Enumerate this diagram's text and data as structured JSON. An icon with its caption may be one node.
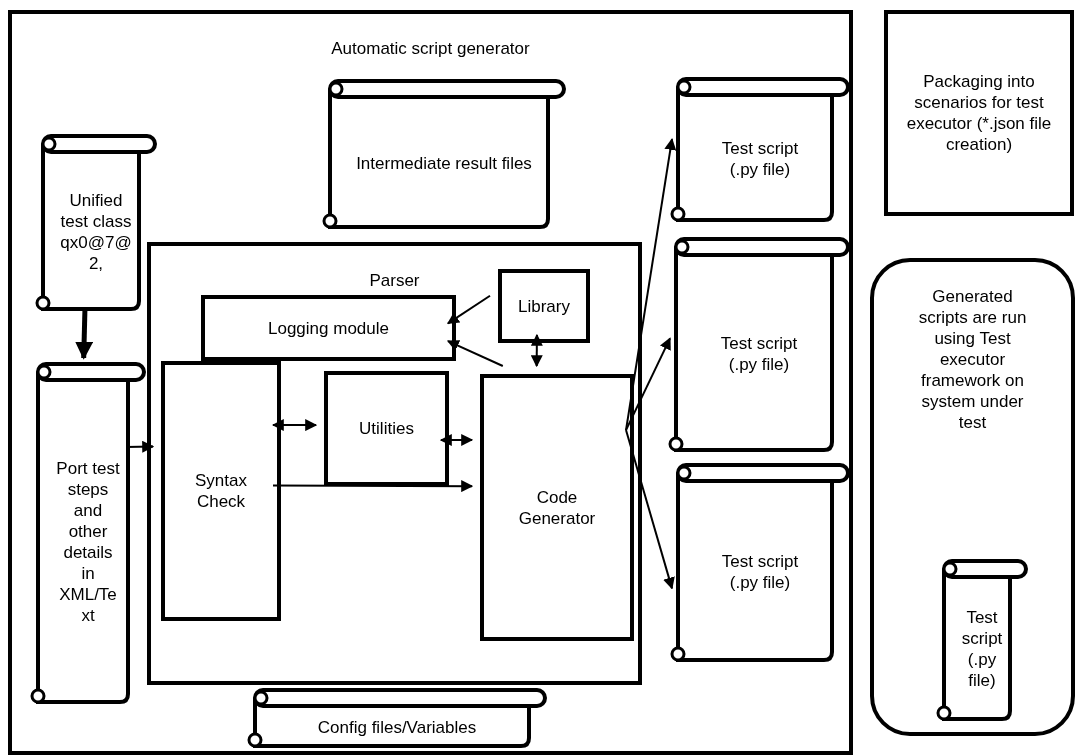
{
  "diagram": {
    "nodes": [
      {
        "text": [
          "Automatic script generator"
        ]
      },
      {
        "text": [
          "Intermediate result files"
        ],
        "in": 0
      },
      {
        "text": [
          "Unified test class qx0@7@2,"
        ],
        "in": 0
      },
      {
        "text": [
          "Port test steps and other details in XML/Text"
        ],
        "in": 0
      },
      {
        "text": [
          "Parser"
        ],
        "in": 0
      },
      {
        "text": [
          "Logging module"
        ],
        "in": 4
      },
      {
        "text": [
          "Library"
        ],
        "in": 4
      },
      {
        "text": [
          "Syntax Check"
        ],
        "in": 4
      },
      {
        "text": [
          "Utilities"
        ],
        "in": 4
      },
      {
        "text": [
          "Code Generator"
        ],
        "in": 4
      },
      {
        "text": [
          "Test script (.py file)"
        ],
        "in": 0
      },
      {
        "text": [
          "Test script (.py file)"
        ],
        "in": 0
      },
      {
        "text": [
          "Test script (.py file)"
        ],
        "in": 0
      },
      {
        "text": [
          "Config files/Variables"
        ],
        "in": 0
      },
      {
        "text": [
          "Packaging into scenarios for test executor (*.json file creation)"
        ]
      },
      {
        "text": [
          "Generated scripts are run using Test executor framework on system under test"
        ]
      },
      {
        "text": [
          "Test script (.py file)"
        ],
        "in": 15
      }
    ],
    "edges": [
      {
        "from": 2,
        "to": 3,
        "arrow": "to",
        "style": "thick"
      },
      {
        "from": 3,
        "to": 7,
        "arrow": "to"
      },
      {
        "from": 7,
        "to": 8,
        "arrow": "both"
      },
      {
        "from": 8,
        "to": 9,
        "arrow": "both"
      },
      {
        "from": 7,
        "to": 9,
        "arrow": "to"
      },
      {
        "from": 6,
        "to": 5,
        "arrow": "to"
      },
      {
        "from": 9,
        "to": 5,
        "arrow": "to"
      },
      {
        "from": 6,
        "to": 9,
        "arrow": "both"
      },
      {
        "from": 9,
        "to": 10,
        "arrow": "to"
      },
      {
        "from": 9,
        "to": 11,
        "arrow": "to"
      },
      {
        "from": 9,
        "to": 12,
        "arrow": "to"
      }
    ]
  }
}
